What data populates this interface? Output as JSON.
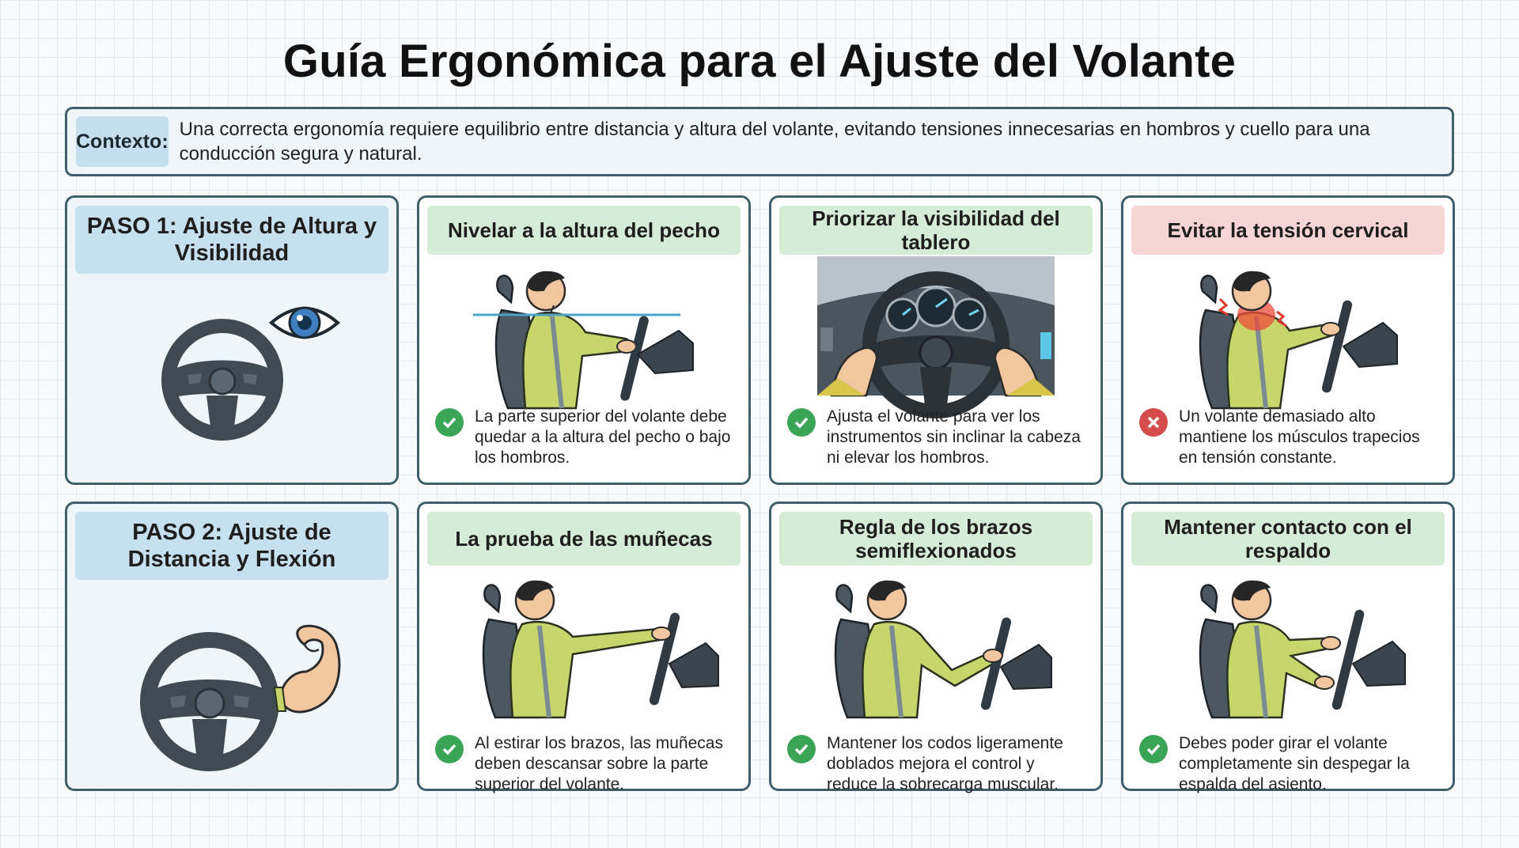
{
  "title": "Guía Ergonómica para el Ajuste del Volante",
  "context": {
    "label": "Contexto:",
    "text": "Una correcta ergonomía requiere equilibrio entre distancia y altura del volante, evitando tensiones innecesarias en hombros y cuello para una conducción segura y natural."
  },
  "row1": {
    "step": {
      "title": "PASO 1: Ajuste de Altura y Visibilidad",
      "icons": [
        "steering-wheel-icon",
        "eye-icon"
      ]
    },
    "cards": [
      {
        "title": "Nivelar a la altura del pecho",
        "status": "ok",
        "icon": "check-icon",
        "text": "La parte superior del volante debe quedar a la altura del pecho o bajo los hombros."
      },
      {
        "title": "Priorizar la visibilidad del tablero",
        "status": "ok",
        "icon": "check-icon",
        "text": "Ajusta el volante para ver los instrumentos sin inclinar la cabeza ni elevar los hombros."
      },
      {
        "title": "Evitar la tensión cervical",
        "status": "bad",
        "icon": "cross-icon",
        "text": "Un volante demasiado alto mantiene los músculos trapecios en tensión constante."
      }
    ]
  },
  "row2": {
    "step": {
      "title": "PASO 2: Ajuste de Distancia y Flexión",
      "icons": [
        "steering-wheel-icon",
        "flexed-arm-icon"
      ]
    },
    "cards": [
      {
        "title": "La prueba de las muñecas",
        "status": "ok",
        "icon": "check-icon",
        "text": "Al estirar los brazos, las muñecas deben descansar sobre la parte superior del volante."
      },
      {
        "title": "Regla de los brazos semiflexionados",
        "status": "ok",
        "icon": "check-icon",
        "text": "Mantener los codos ligeramente doblados mejora el control y reduce la sobrecarga muscular."
      },
      {
        "title": "Mantener contacto con el respaldo",
        "status": "ok",
        "icon": "check-icon",
        "text": "Debes poder girar el volante completamente sin despegar la espalda del asiento."
      }
    ]
  },
  "colors": {
    "border": "#3f5f6b",
    "green_header": "#d5ecd7",
    "red_header": "#f8d5d5",
    "blue_header": "#c7e0ef",
    "check": "#3aa557",
    "cross": "#d64b4b",
    "shirt": "#c6d66a",
    "seat": "#4c5861"
  }
}
